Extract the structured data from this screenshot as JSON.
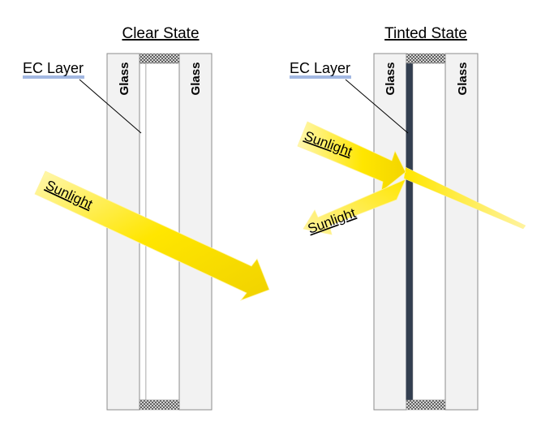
{
  "clear": {
    "title": "Clear State",
    "ec_label": "EC Layer",
    "glass_left": "Glass",
    "glass_right": "Glass",
    "sunlight": "Sunlight"
  },
  "tinted": {
    "title": "Tinted State",
    "ec_label": "EC Layer",
    "glass_left": "Glass",
    "glass_right": "Glass",
    "sunlight_incoming": "Sunlight",
    "sunlight_reflected": "Sunlight"
  },
  "colors": {
    "glass_fill": "#f2f2f2",
    "glass_stroke": "#8c8c8c",
    "ec_clear": "#ffffff",
    "ec_tinted": "#333f50",
    "arrow_yellow": "#ffe600",
    "arrow_edge": "#fff7b0",
    "spacer": "#555555"
  }
}
